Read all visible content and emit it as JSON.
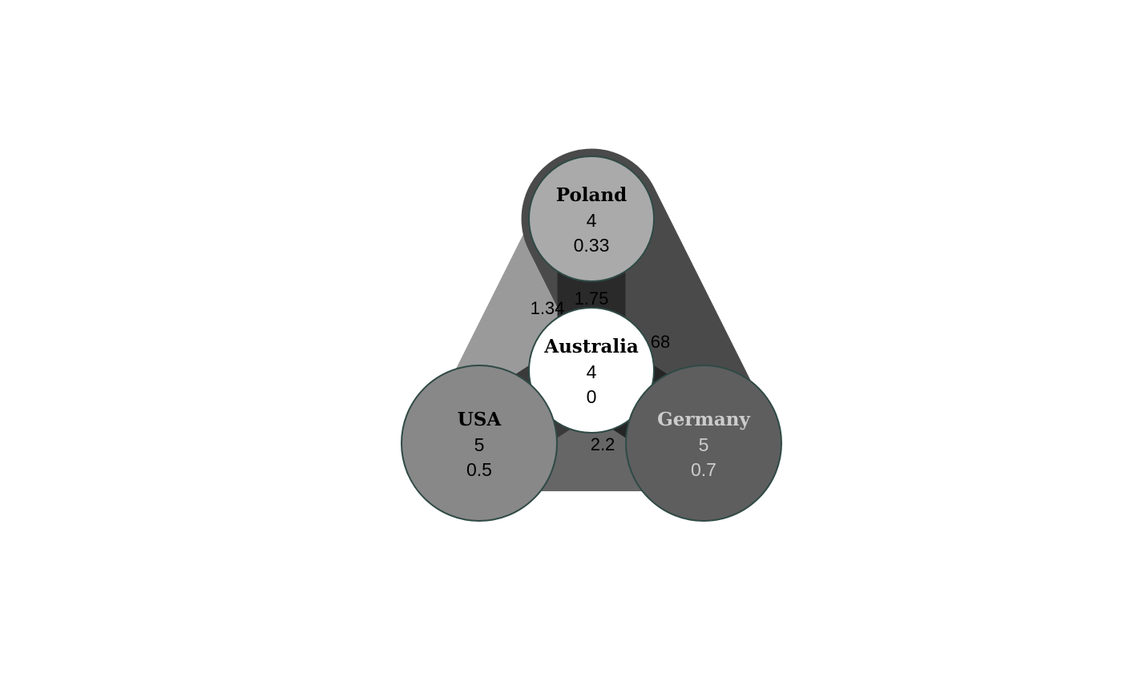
{
  "nodes": [
    {
      "id": "poland",
      "name": "Poland",
      "value": "4",
      "score": "0.33",
      "fill": "#aaaaaa",
      "text_color": "#000000"
    },
    {
      "id": "australia",
      "name": "Australia",
      "value": "4",
      "score": "0",
      "fill": "#ffffff",
      "text_color": "#000000"
    },
    {
      "id": "usa",
      "name": "USA",
      "value": "5",
      "score": "0.5",
      "fill": "#888888",
      "text_color": "#000000"
    },
    {
      "id": "germany",
      "name": "Germany",
      "value": "5",
      "score": "0.7",
      "fill": "#5e5e5e",
      "text_color": "#cccccc"
    }
  ],
  "edges": [
    {
      "id": "poland-usa",
      "from": "poland",
      "to": "usa",
      "label": "1.34",
      "color": "#9a9a9a"
    },
    {
      "id": "poland-germany",
      "from": "poland",
      "to": "germany",
      "label": "68",
      "color": "#4a4a4a"
    },
    {
      "id": "usa-germany",
      "from": "usa",
      "to": "germany",
      "label": "2.2",
      "color": "#666666"
    },
    {
      "id": "poland-australia",
      "from": "poland",
      "to": "australia",
      "label": "1.75",
      "color": "#2a2a2a"
    },
    {
      "id": "usa-australia",
      "from": "usa",
      "to": "australia",
      "label": "",
      "color": "#3a3a3a"
    },
    {
      "id": "germany-australia",
      "from": "germany",
      "to": "australia",
      "label": "",
      "color": "#252525"
    }
  ],
  "colors": {
    "node_stroke": "#2f4a45",
    "background": "#ffffff"
  }
}
